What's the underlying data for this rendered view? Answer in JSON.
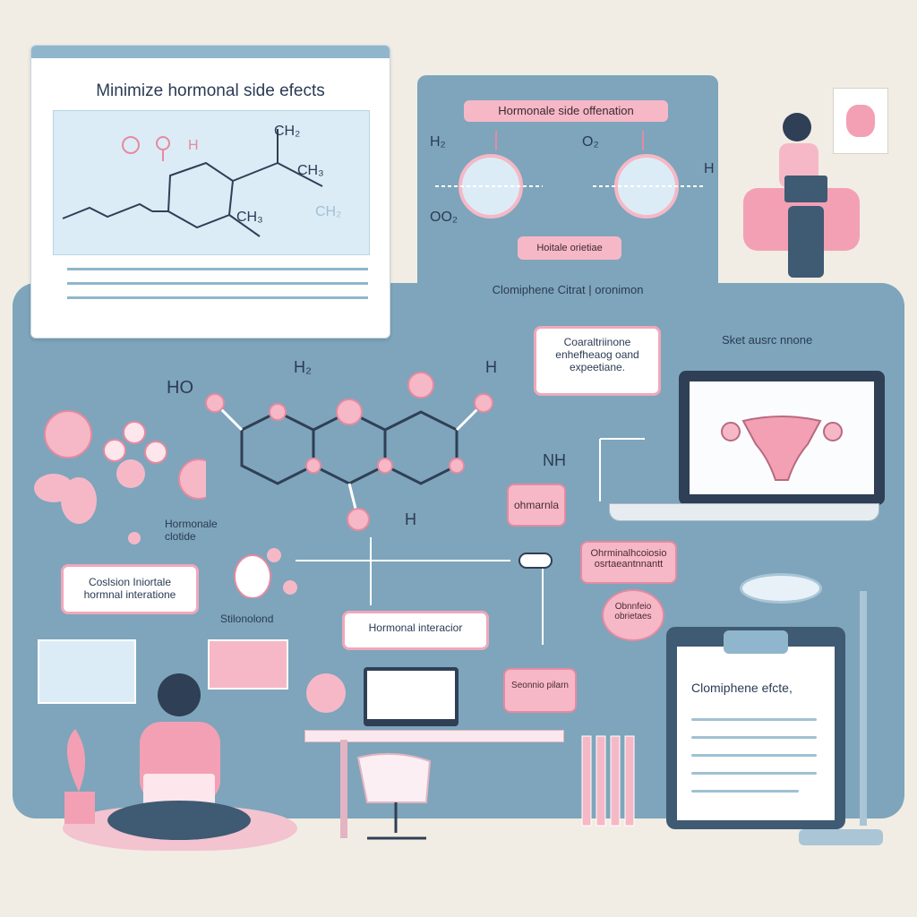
{
  "card": {
    "title": "Minimize hormonal side efects",
    "labels": [
      "CH₂",
      "CH₃",
      "CH₃",
      "CH₂",
      "H"
    ]
  },
  "mechanism": {
    "title": "Hormonale side offenation",
    "sub_label": "Hoitale orietiae",
    "caption": "Clomiphene Citrat | oronimon",
    "labels": [
      "H₂",
      "O₂",
      "OO₂",
      "H"
    ]
  },
  "main": {
    "callout_1": "Coaraltriinone enhefheaog oand expeetiane.",
    "side_note": "Sket ausrc nnone",
    "molecule_labels": [
      "HO",
      "H₂",
      "H",
      "NH",
      "H"
    ],
    "hormonal_side": "Hormonale clotide",
    "chip_small": "ohmarnla",
    "box_interactions": "Coslsion Iniortale hormnal interatione",
    "stiolonolond": "Stilonolond",
    "hormonal_interactor": "Hormonal interacior",
    "pink_chip": "Ohrminalhcoiosio osrtaeantnnantt",
    "pink_circle": "Obnnfeio obrietaes",
    "monitor_badge": "Seonnio pilarn",
    "clipboard_title": "Clomiphene efcte,"
  },
  "colors": {
    "accent_pink": "#f6b8c6",
    "panel_blue": "#7ea5bb",
    "navy": "#2f3f55",
    "background": "#f1ede4"
  }
}
